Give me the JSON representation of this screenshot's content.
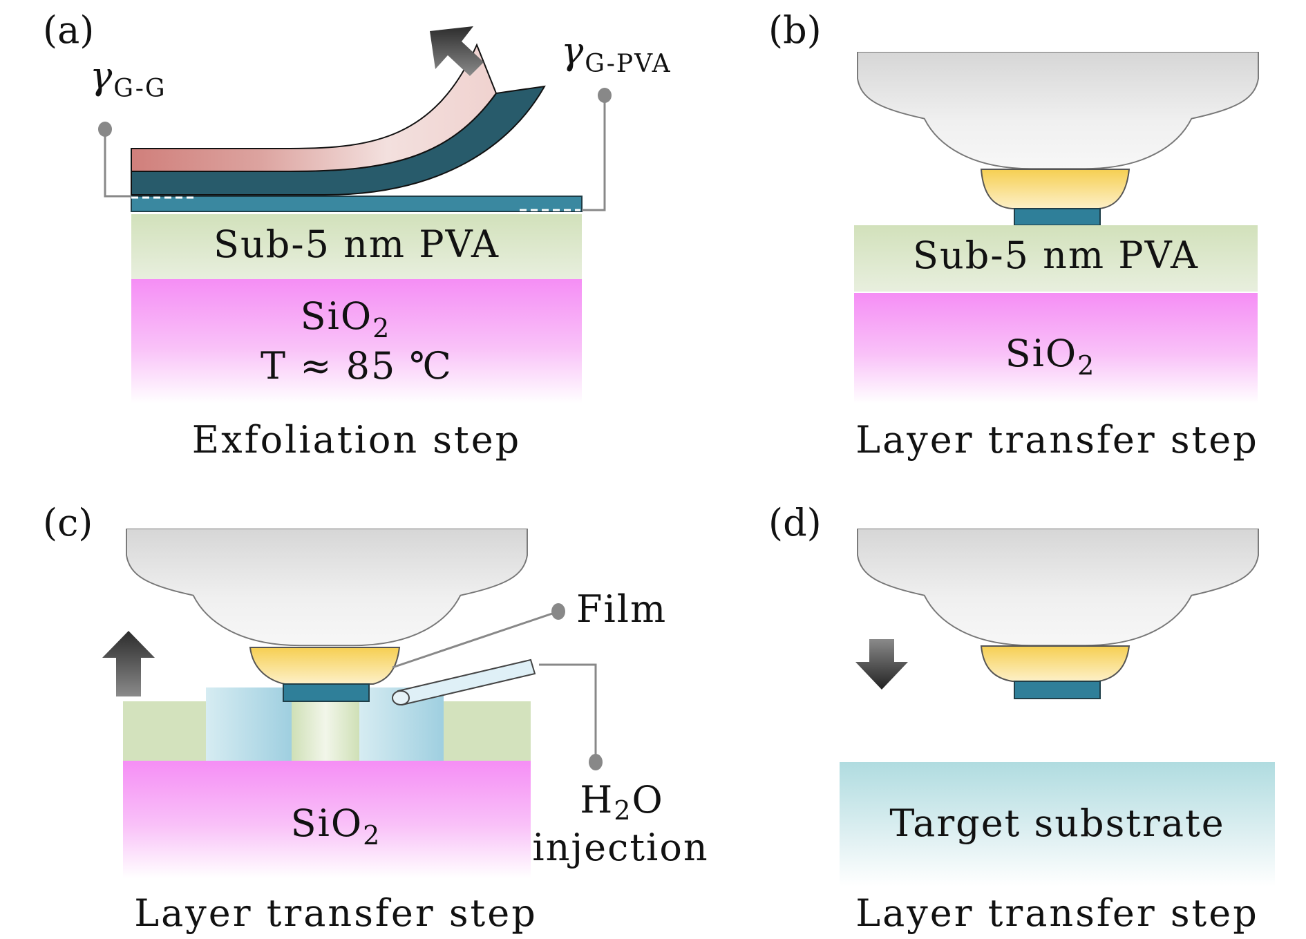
{
  "figure": {
    "panels": [
      {
        "id": "a",
        "label": "(a)",
        "caption": "Exfoliation step",
        "layers": {
          "pva": "Sub-5 nm PVA",
          "substrate": "SiO",
          "substrate_sub": "2",
          "temperature": "T ≈ 85 ℃"
        },
        "annotations": {
          "gamma_gg": "γ",
          "gamma_gg_sub": "G-G",
          "gamma_gpva": "γ",
          "gamma_gpva_sub": "G-PVA"
        },
        "arrow": "up-left"
      },
      {
        "id": "b",
        "label": "(b)",
        "caption": "Layer transfer step",
        "layers": {
          "pva": "Sub-5 nm PVA",
          "substrate": "SiO",
          "substrate_sub": "2"
        }
      },
      {
        "id": "c",
        "label": "(c)",
        "caption": "Layer transfer step",
        "layers": {
          "substrate": "SiO",
          "substrate_sub": "2"
        },
        "annotations": {
          "film": "Film",
          "h2o_a": "H",
          "h2o_sub": "2",
          "h2o_b": "O",
          "injection": "injection"
        },
        "arrow": "up"
      },
      {
        "id": "d",
        "label": "(d)",
        "caption": "Layer transfer step",
        "layers": {
          "target": "Target substrate"
        },
        "arrow": "down"
      }
    ],
    "colors": {
      "pva": "#d3e2bd",
      "sio2": "#f58ff5",
      "graphene_top": "#d58a86",
      "graphene_dark": "#285b6b",
      "graphene_base": "#3a88a0",
      "stamp": "#e0e0e0",
      "film": "#f6d25a",
      "flake": "#2f7f99",
      "water": "#a9d6e3",
      "target": "#b2dde1"
    }
  }
}
